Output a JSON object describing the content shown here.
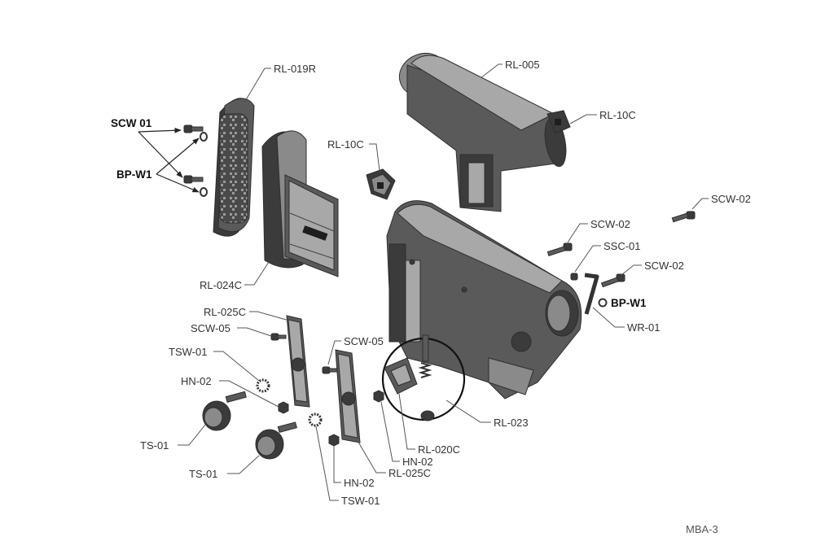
{
  "labels": {
    "rl019r": "RL-019R",
    "rl005": "RL-005",
    "rl10c_right": "RL-10C",
    "rl10c_left": "RL-10C",
    "scw01": "SCW 01",
    "bpw1_left": "BP-W1",
    "scw02_far": "SCW-02",
    "scw02_mid": "SCW-02",
    "ssc01": "SSC-01",
    "scw02_low": "SCW-02",
    "bpw1_right": "BP-W1",
    "wr01": "WR-01",
    "rl024c": "RL-024C",
    "rl025c_top": "RL-025C",
    "scw05_left": "SCW-05",
    "tsw01_left": "TSW-01",
    "hn02_left": "HN-02",
    "scw05_mid": "SCW-05",
    "rl023": "RL-023",
    "rl020c": "RL-020C",
    "hn02_mid": "HN-02",
    "rl025c_bottom": "RL-025C",
    "ts01_a": "TS-01",
    "ts01_b": "TS-01",
    "hn02_bottom": "HN-02",
    "tsw01_bottom": "TSW-01"
  },
  "figure_id": "MBA-3"
}
